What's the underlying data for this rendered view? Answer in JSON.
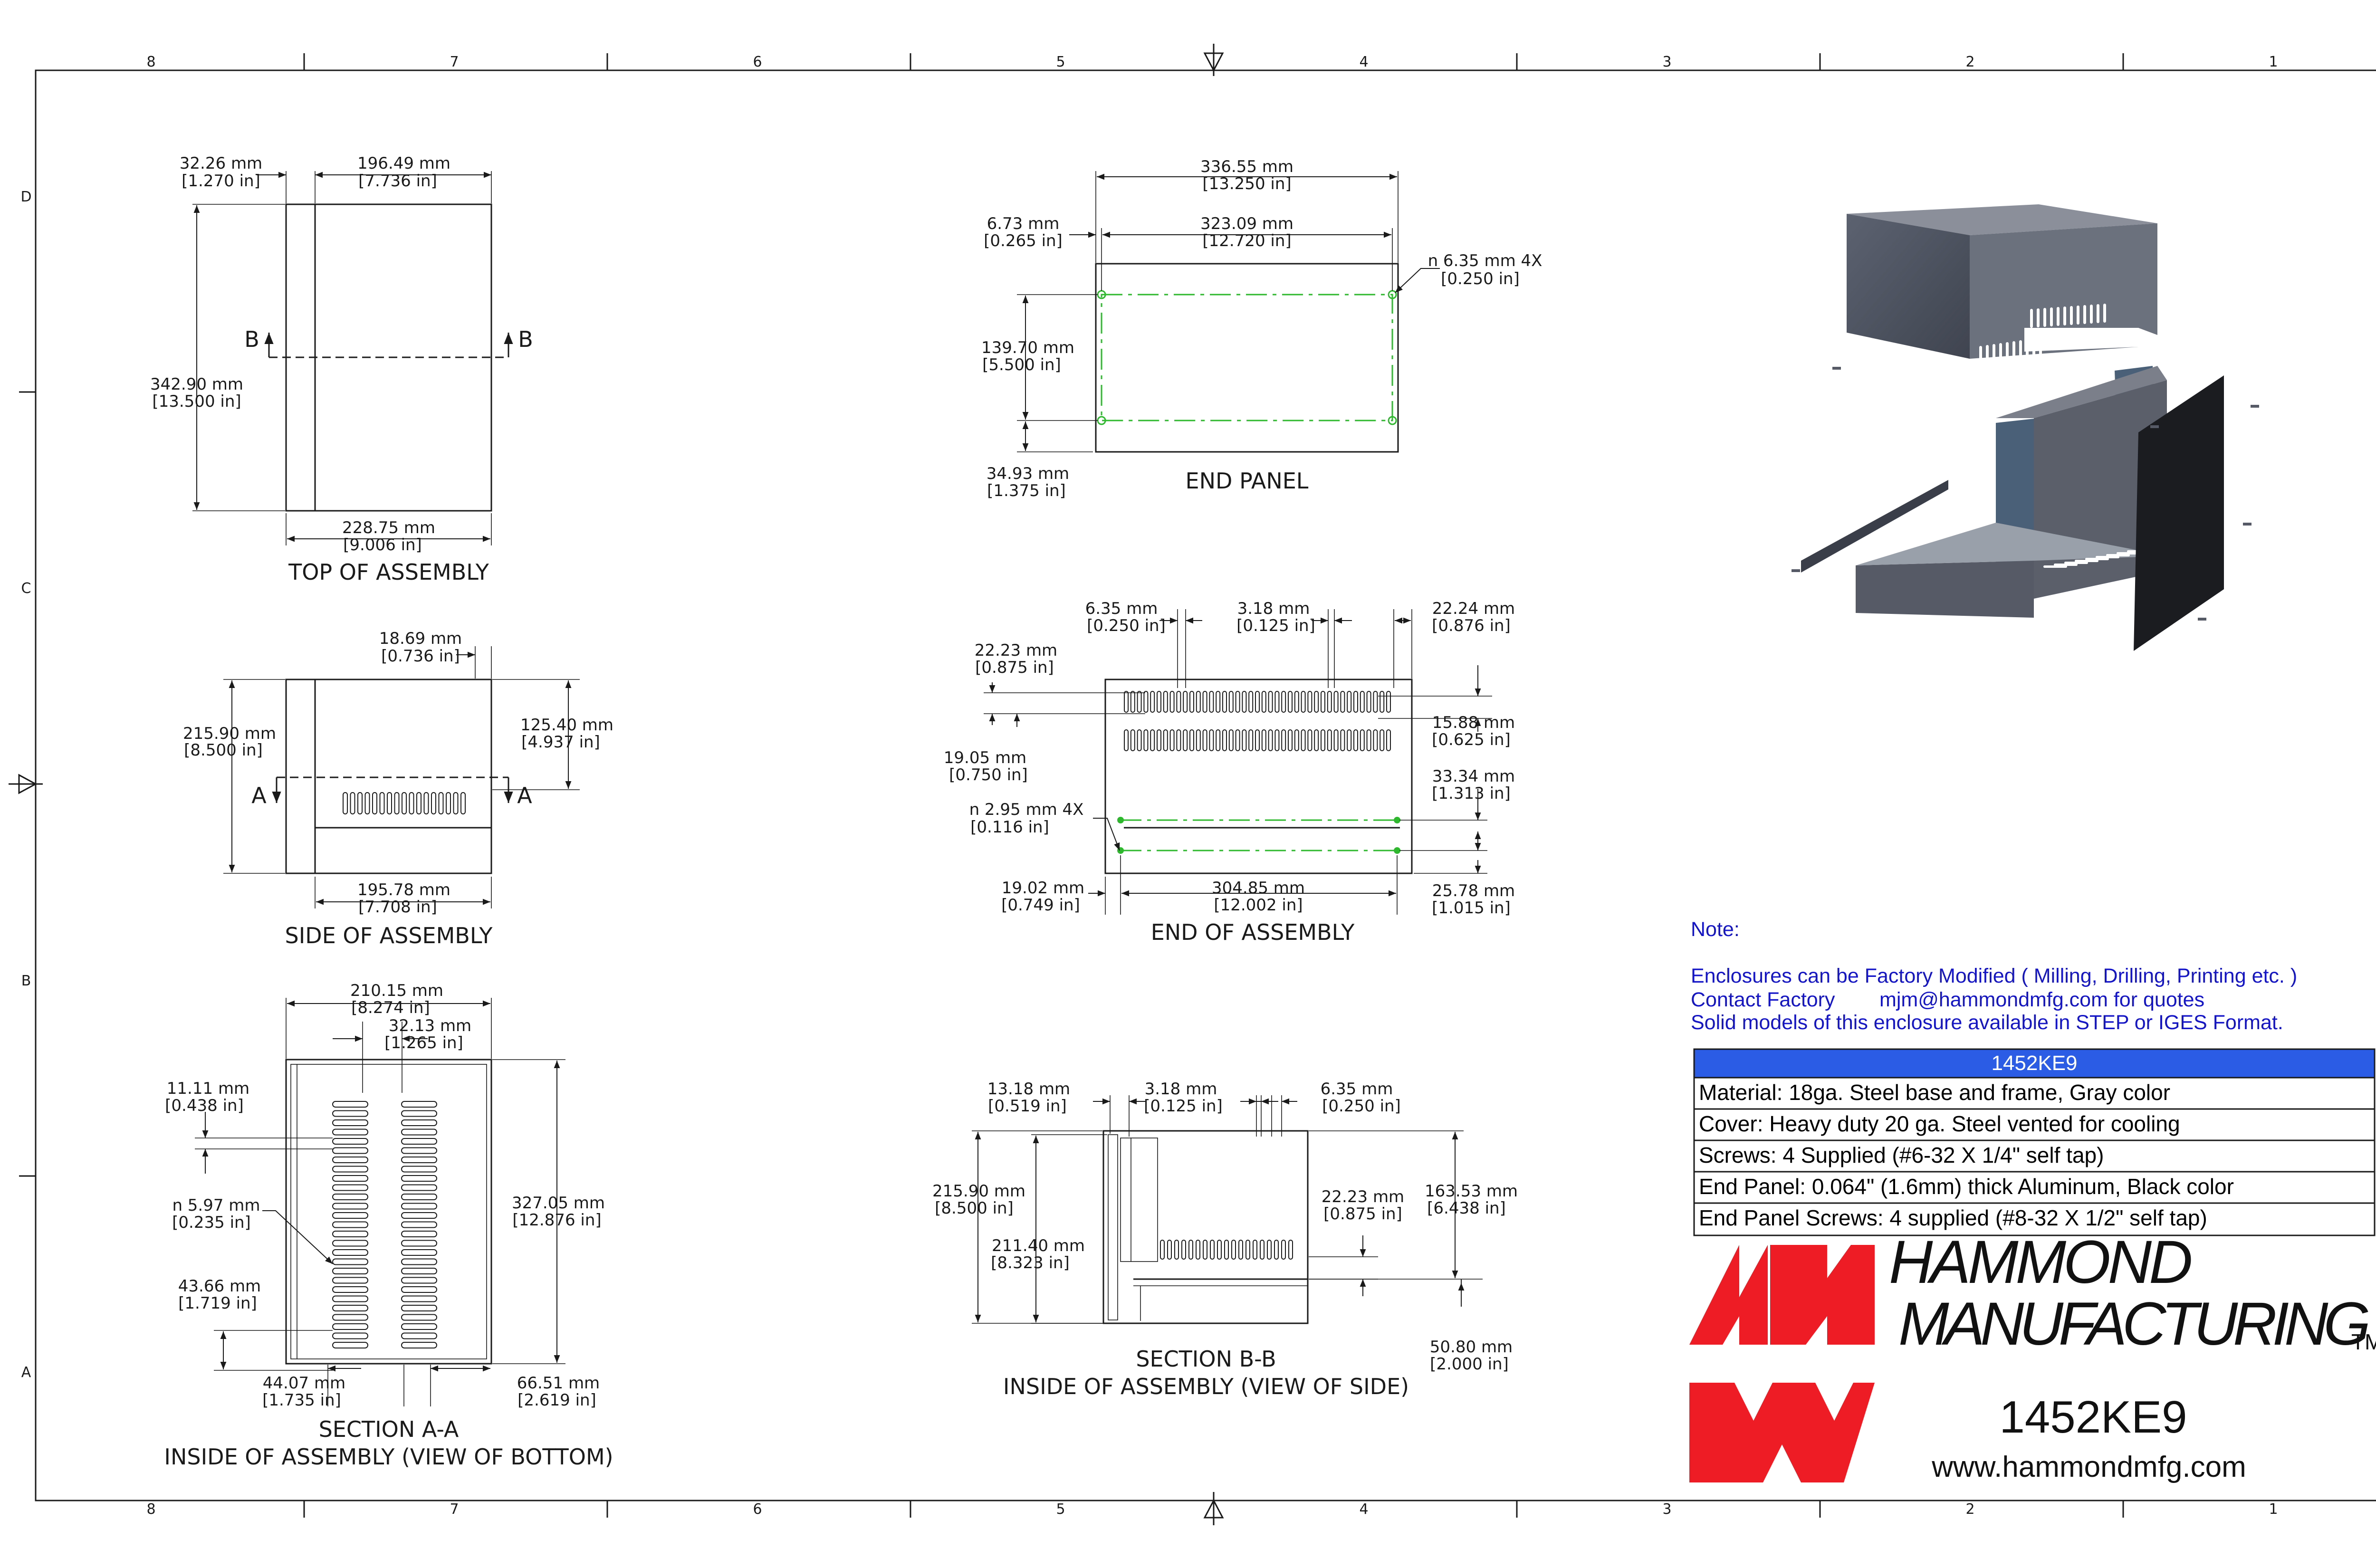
{
  "zones": {
    "columns": [
      "8",
      "7",
      "6",
      "5",
      "4",
      "3",
      "2",
      "1"
    ],
    "rows": [
      "D",
      "C",
      "B",
      "A"
    ]
  },
  "views": {
    "top": {
      "title": "TOP OF ASSEMBLY",
      "d1": "32.26 mm",
      "d1_in": "[1.270 in]",
      "d2": "196.49 mm",
      "d2_in": "[7.736 in]",
      "d3": "342.90 mm",
      "d3_in": "[13.500 in]",
      "d4": "228.75 mm",
      "d4_in": "[9.006 in]",
      "section": "B"
    },
    "side": {
      "title": "SIDE OF ASSEMBLY",
      "d1": "18.69 mm",
      "d1_in": "[0.736 in]",
      "d2": "215.90 mm",
      "d2_in": "[8.500 in]",
      "d3": "125.40 mm",
      "d3_in": "[4.937 in]",
      "d4": "195.78 mm",
      "d4_in": "[7.708 in]",
      "section": "A"
    },
    "section_a": {
      "title": "SECTION A-A",
      "subtitle": "INSIDE OF ASSEMBLY (VIEW OF BOTTOM)",
      "d1": "210.15 mm",
      "d1_in": "[8.274 in]",
      "d2": "32.13 mm",
      "d2_in": "[1.265 in]",
      "d3": "11.11 mm",
      "d3_in": "[0.438 in]",
      "d4": "n 5.97 mm",
      "d4_in": "[0.235 in]",
      "d5": "327.05 mm",
      "d5_in": "[12.876 in]",
      "d6": "43.66 mm",
      "d6_in": "[1.719 in]",
      "d7": "44.07 mm",
      "d7_in": "[1.735 in]",
      "d8": "66.51 mm",
      "d8_in": "[2.619 in]"
    },
    "end_panel": {
      "title": "END PANEL",
      "d1": "336.55 mm",
      "d1_in": "[13.250 in]",
      "d2": "6.73 mm",
      "d2_in": "[0.265 in]",
      "d3": "323.09 mm",
      "d3_in": "[12.720 in]",
      "d4": "n 6.35 mm  4X",
      "d4_in": "[0.250 in]",
      "d5": "139.70 mm",
      "d5_in": "[5.500 in]",
      "d6": "34.93 mm",
      "d6_in": "[1.375 in]"
    },
    "end_assembly": {
      "title": "END OF ASSEMBLY",
      "d1": "6.35 mm",
      "d1_in": "[0.250 in]",
      "d2": "3.18 mm",
      "d2_in": "[0.125 in]",
      "d3": "22.24 mm",
      "d3_in": "[0.876 in]",
      "d4": "22.23 mm",
      "d4_in": "[0.875 in]",
      "d5": "15.88 mm",
      "d5_in": "[0.625 in]",
      "d6": "19.05 mm",
      "d6_in": "[0.750 in]",
      "d7": "33.34 mm",
      "d7_in": "[1.313 in]",
      "d8": "n 2.95 mm 4X",
      "d8_in": "[0.116 in]",
      "d9": "19.02 mm",
      "d9_in": "[0.749 in]",
      "d10": "304.85 mm",
      "d10_in": "[12.002 in]",
      "d11": "25.78 mm",
      "d11_in": "[1.015 in]"
    },
    "section_b": {
      "title": "SECTION B-B",
      "subtitle": "INSIDE OF ASSEMBLY (VIEW OF SIDE)",
      "d1": "13.18 mm",
      "d1_in": "[0.519 in]",
      "d2": "3.18 mm",
      "d2_in": "[0.125 in]",
      "d3": "6.35 mm",
      "d3_in": "[0.250 in]",
      "d4": "215.90 mm",
      "d4_in": "[8.500 in]",
      "d5": "22.23 mm",
      "d5_in": "[0.875 in]",
      "d6": "163.53 mm",
      "d6_in": "[6.438 in]",
      "d7": "211.40 mm",
      "d7_in": "[8.323 in]",
      "d8": "50.80 mm",
      "d8_in": "[2.000 in]"
    }
  },
  "notes": {
    "heading": "Note:",
    "line1": "Enclosures can be Factory Modified ( Milling, Drilling, Printing etc. )",
    "line2a": "Contact Factory",
    "line2b": "mjm@hammondmfg.com for quotes",
    "line3": "Solid models of this enclosure available in STEP or IGES Format."
  },
  "spec_table": {
    "header": "1452KE9",
    "rows": [
      "Material: 18ga. Steel base and frame,  Gray color",
      "Cover: Heavy duty 20 ga. Steel vented for cooling",
      "Screws: 4 Supplied (#6-32 X 1/4\" self tap)",
      "End Panel: 0.064\" (1.6mm) thick Aluminum, Black color",
      "End Panel Screws: 4 supplied (#8-32 X 1/2\" self tap)"
    ]
  },
  "brand": {
    "line1": "HAMMOND",
    "line2": "MANUFACTURING",
    "tm": "TM",
    "part": "1452KE9",
    "url": "www.hammondmfg.com"
  },
  "colors": {
    "logo_red": "#ee1c25",
    "table_header": "#2b5ce6",
    "note_blue": "#1515c8",
    "hole_green": "#2db82d"
  }
}
